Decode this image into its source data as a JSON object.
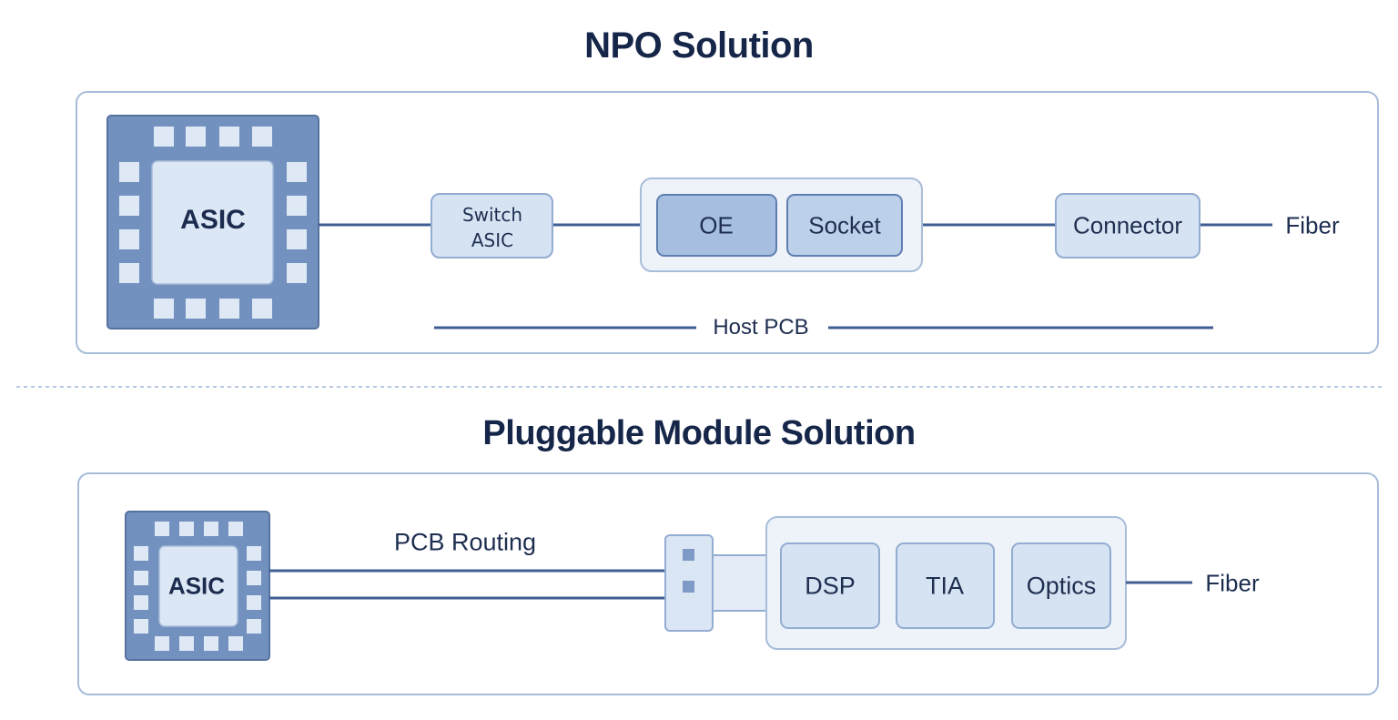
{
  "npo": {
    "title": "NPO Solution",
    "asic_label": "ASIC",
    "switch_asic_line1": "Switch",
    "switch_asic_line2": "ASIC",
    "oe_label": "OE",
    "socket_label": "Socket",
    "connector_label": "Connector",
    "fiber_label": "Fiber",
    "host_pcb_label": "Host PCB"
  },
  "pluggable": {
    "title": "Pluggable Module Solution",
    "asic_label": "ASIC",
    "pcb_routing_label": "PCB Routing",
    "dsp_label": "DSP",
    "tia_label": "TIA",
    "optics_label": "Optics",
    "fiber_label": "Fiber"
  },
  "colors": {
    "chip_dark": "#6f8fbe",
    "chip_light": "#dfe9f6",
    "box_fill": "#d6e3f3",
    "box_fill_dark": "#a9c1e2",
    "line": "#3f5e93",
    "panel_stroke": "#a8bdd9"
  }
}
